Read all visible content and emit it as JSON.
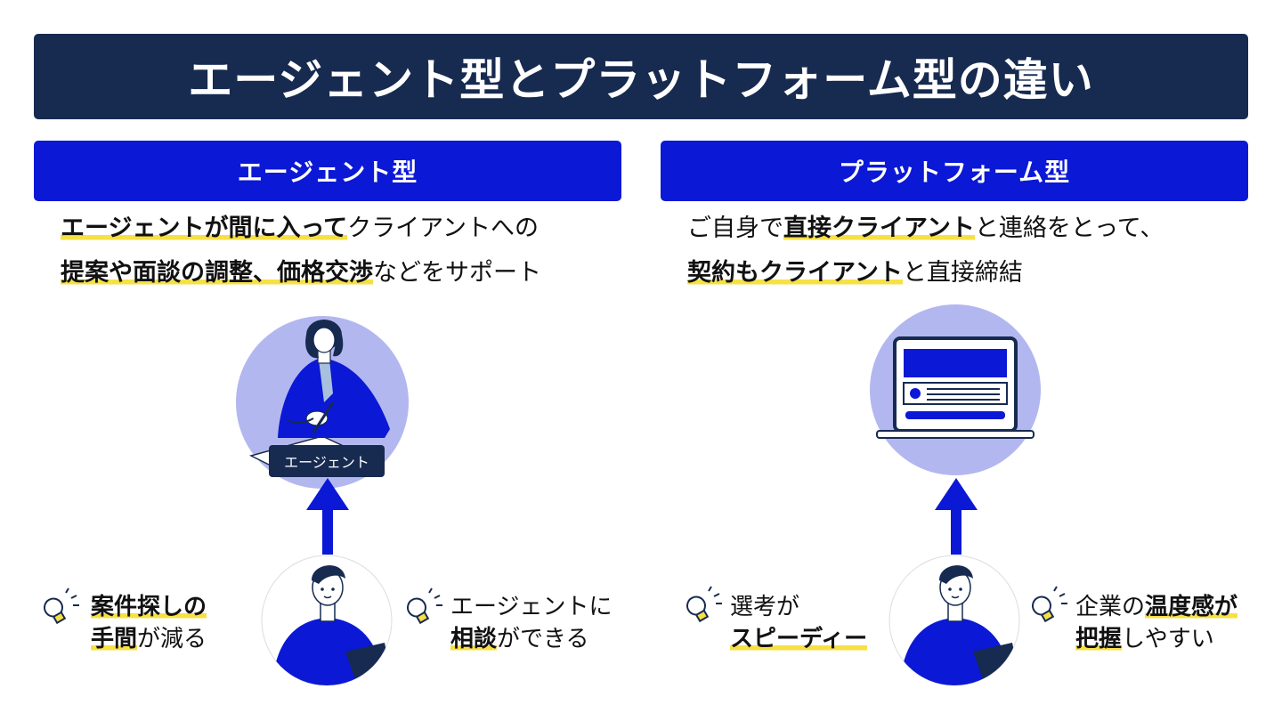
{
  "title": "エージェント型とプラットフォーム型の違い",
  "left": {
    "header": "エージェント型",
    "desc_line1_hl": "エージェントが間に入って",
    "desc_line1_rest": "クライアントへの",
    "desc_line2_hl": "提案や面談の調整、価格交渉",
    "desc_line2_rest": "などをサポート",
    "agent_label": "エージェント",
    "benefit1_line1_hl": "案件探しの",
    "benefit1_line2_hl": "手間",
    "benefit1_line2_rest": "が減る",
    "benefit2_line1": "エージェントに",
    "benefit2_line2_hl": "相談",
    "benefit2_line2_rest": "ができる"
  },
  "right": {
    "header": "プラットフォーム型",
    "desc_line1_pre": "ご自身で",
    "desc_line1_hl": "直接クライアント",
    "desc_line1_rest": "と連絡をとって、",
    "desc_line2_hl": "契約もクライアント",
    "desc_line2_rest": "と直接締結",
    "benefit3_line1": "選考が",
    "benefit3_line2_hl": "スピーディー",
    "benefit4_line1_pre": "企業の",
    "benefit4_line1_hl": "温度感が",
    "benefit4_line2_hl": "把握",
    "benefit4_line2_rest": "しやすい"
  },
  "colors": {
    "navy": "#172a50",
    "blue": "#0b18d6",
    "lavender": "#b3b7f0",
    "highlight": "#f7e043"
  },
  "icons": [
    "lightbulb-icon",
    "arrow-up-icon",
    "laptop-icon",
    "agent-illustration",
    "person-illustration"
  ]
}
